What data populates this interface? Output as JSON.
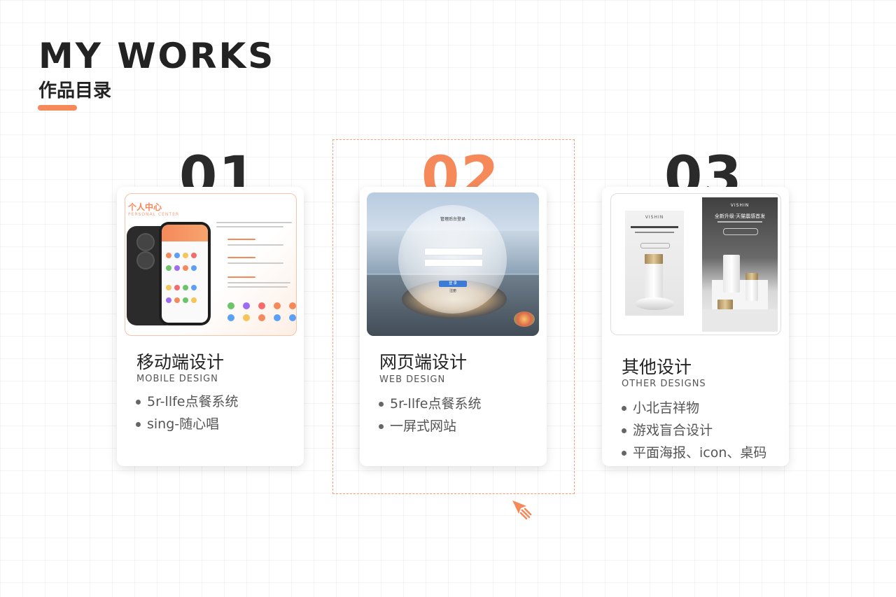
{
  "header": {
    "title_en": "MY  WORKS",
    "title_cn": "作品目录"
  },
  "colors": {
    "accent": "#f5895a",
    "text_dark": "#222222",
    "text_muted": "#555555"
  },
  "cards": [
    {
      "number": "01",
      "title": "移动端设计",
      "subtitle": "MOBILE DESIGN",
      "items": [
        "5r-llfe点餐系统",
        "sing-随心唱"
      ],
      "thumb": {
        "heading": "个人中心",
        "subheading": "PERSONAL CENTER"
      }
    },
    {
      "number": "02",
      "title": "网页端设计",
      "subtitle": "WEB DESIGN",
      "items": [
        "5r-llfe点餐系统",
        "一屏式网站"
      ],
      "active": true,
      "thumb": {
        "login_title": "管理后台登录",
        "login_button": "登 录",
        "register": "注册"
      }
    },
    {
      "number": "03",
      "title": "其他设计",
      "subtitle": "OTHER DESIGNS",
      "items": [
        "小北吉祥物",
        "游戏盲合设计",
        "平面海报、icon、桌码"
      ],
      "thumb": {
        "brand": "VISHIN",
        "headline": "全新升级·天猫震感首发"
      }
    }
  ],
  "icons": {
    "cursor": "pointer-cursor-icon"
  }
}
